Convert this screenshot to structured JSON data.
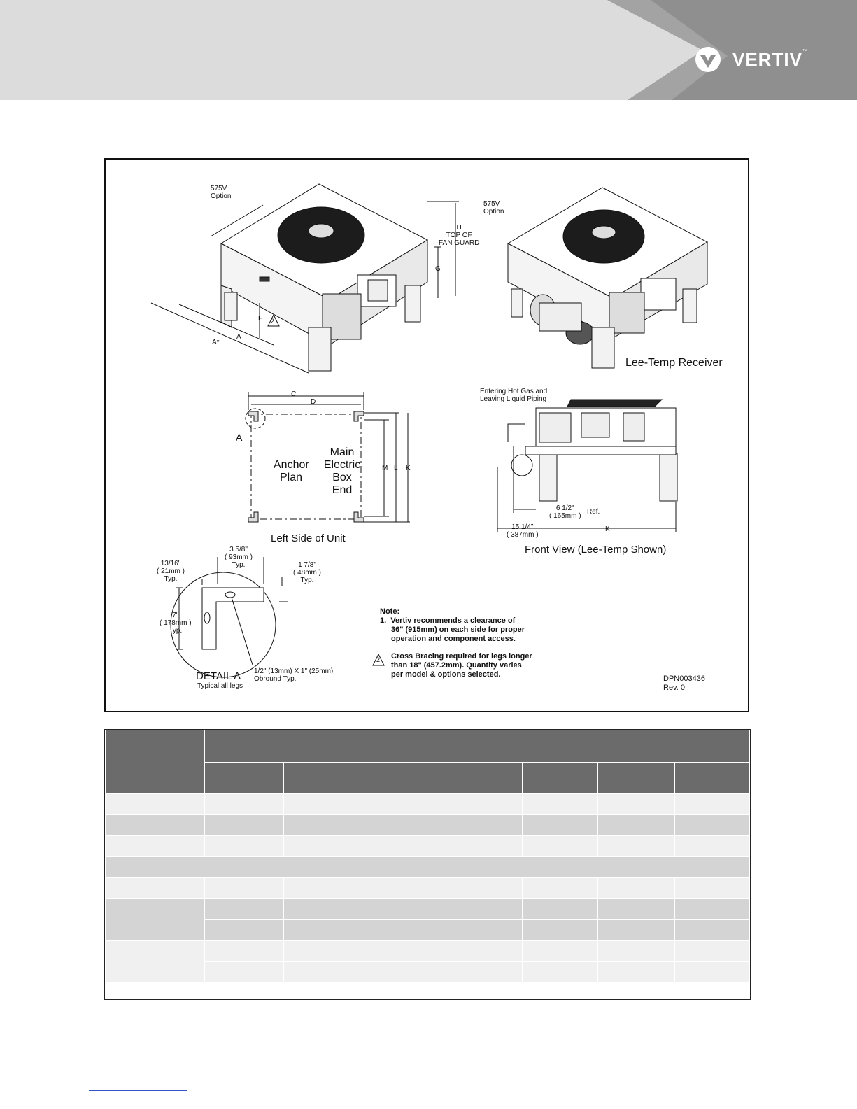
{
  "brand": {
    "name": "VERTIV",
    "tm": "™",
    "colors": {
      "header_bg": "#dcdcdc",
      "header_dark": "#8f8f8f",
      "table_header": "#6b6b6b",
      "row_dark": "#d4d4d4"
    }
  },
  "drawing": {
    "views": {
      "iso_left": {
        "option_label": "575V\nOption"
      },
      "iso_right": {
        "option_label": "575V\nOption",
        "caption": "Lee-Temp Receiver"
      },
      "left_side": {
        "caption": "Left Side of Unit",
        "anchor_plan": "Anchor\nPlan",
        "main_box": "Main\nElectric\nBox\nEnd",
        "detail_ref": "A"
      },
      "front": {
        "caption": "Front View (Lee-Temp Shown)",
        "piping": "Entering Hot Gas and\nLeaving Liquid Piping",
        "dim1": "6 1/2\"\n( 165mm )",
        "dim1_ref": "Ref.",
        "dim2": "15 1/4\"\n( 387mm )",
        "dim_k": "K"
      },
      "detail": {
        "title": "DETAIL A",
        "subtitle": "Typical all legs",
        "d1": "13/16\"\n( 21mm )\nTyp.",
        "d2": "3 5/8\"\n( 93mm )\nTyp.",
        "d3": "1 7/8\"\n( 48mm )\nTyp.",
        "d4": "7\"\n( 178mm )\nTyp.",
        "slot": "1/2\" (13mm) X 1\" (25mm)\nObround Typ."
      }
    },
    "dims": {
      "A": "A",
      "A_star": "A*",
      "F": "F",
      "G": "G",
      "H": "H\nTOP OF\nFAN GUARD",
      "C": "C",
      "D": "D",
      "M": "M",
      "L": "L",
      "K": "K",
      "bracing_mark": "2"
    },
    "notes": {
      "heading": "Note:",
      "n1_num": "1.",
      "n1_brand": "Vertiv",
      "n1_text": "recommends a clearance of",
      "n1_l2": "36\" (915mm) on each side for proper",
      "n1_l3": "operation and component access.",
      "n2_mark": "2",
      "n2_l1": "Cross Bracing required for legs longer",
      "n2_l2": "than 18\" (457.2mm). Quantity varies",
      "n2_l3": "per model & options selected."
    },
    "doc_number": "DPN003436",
    "revision": "Rev. 0"
  }
}
